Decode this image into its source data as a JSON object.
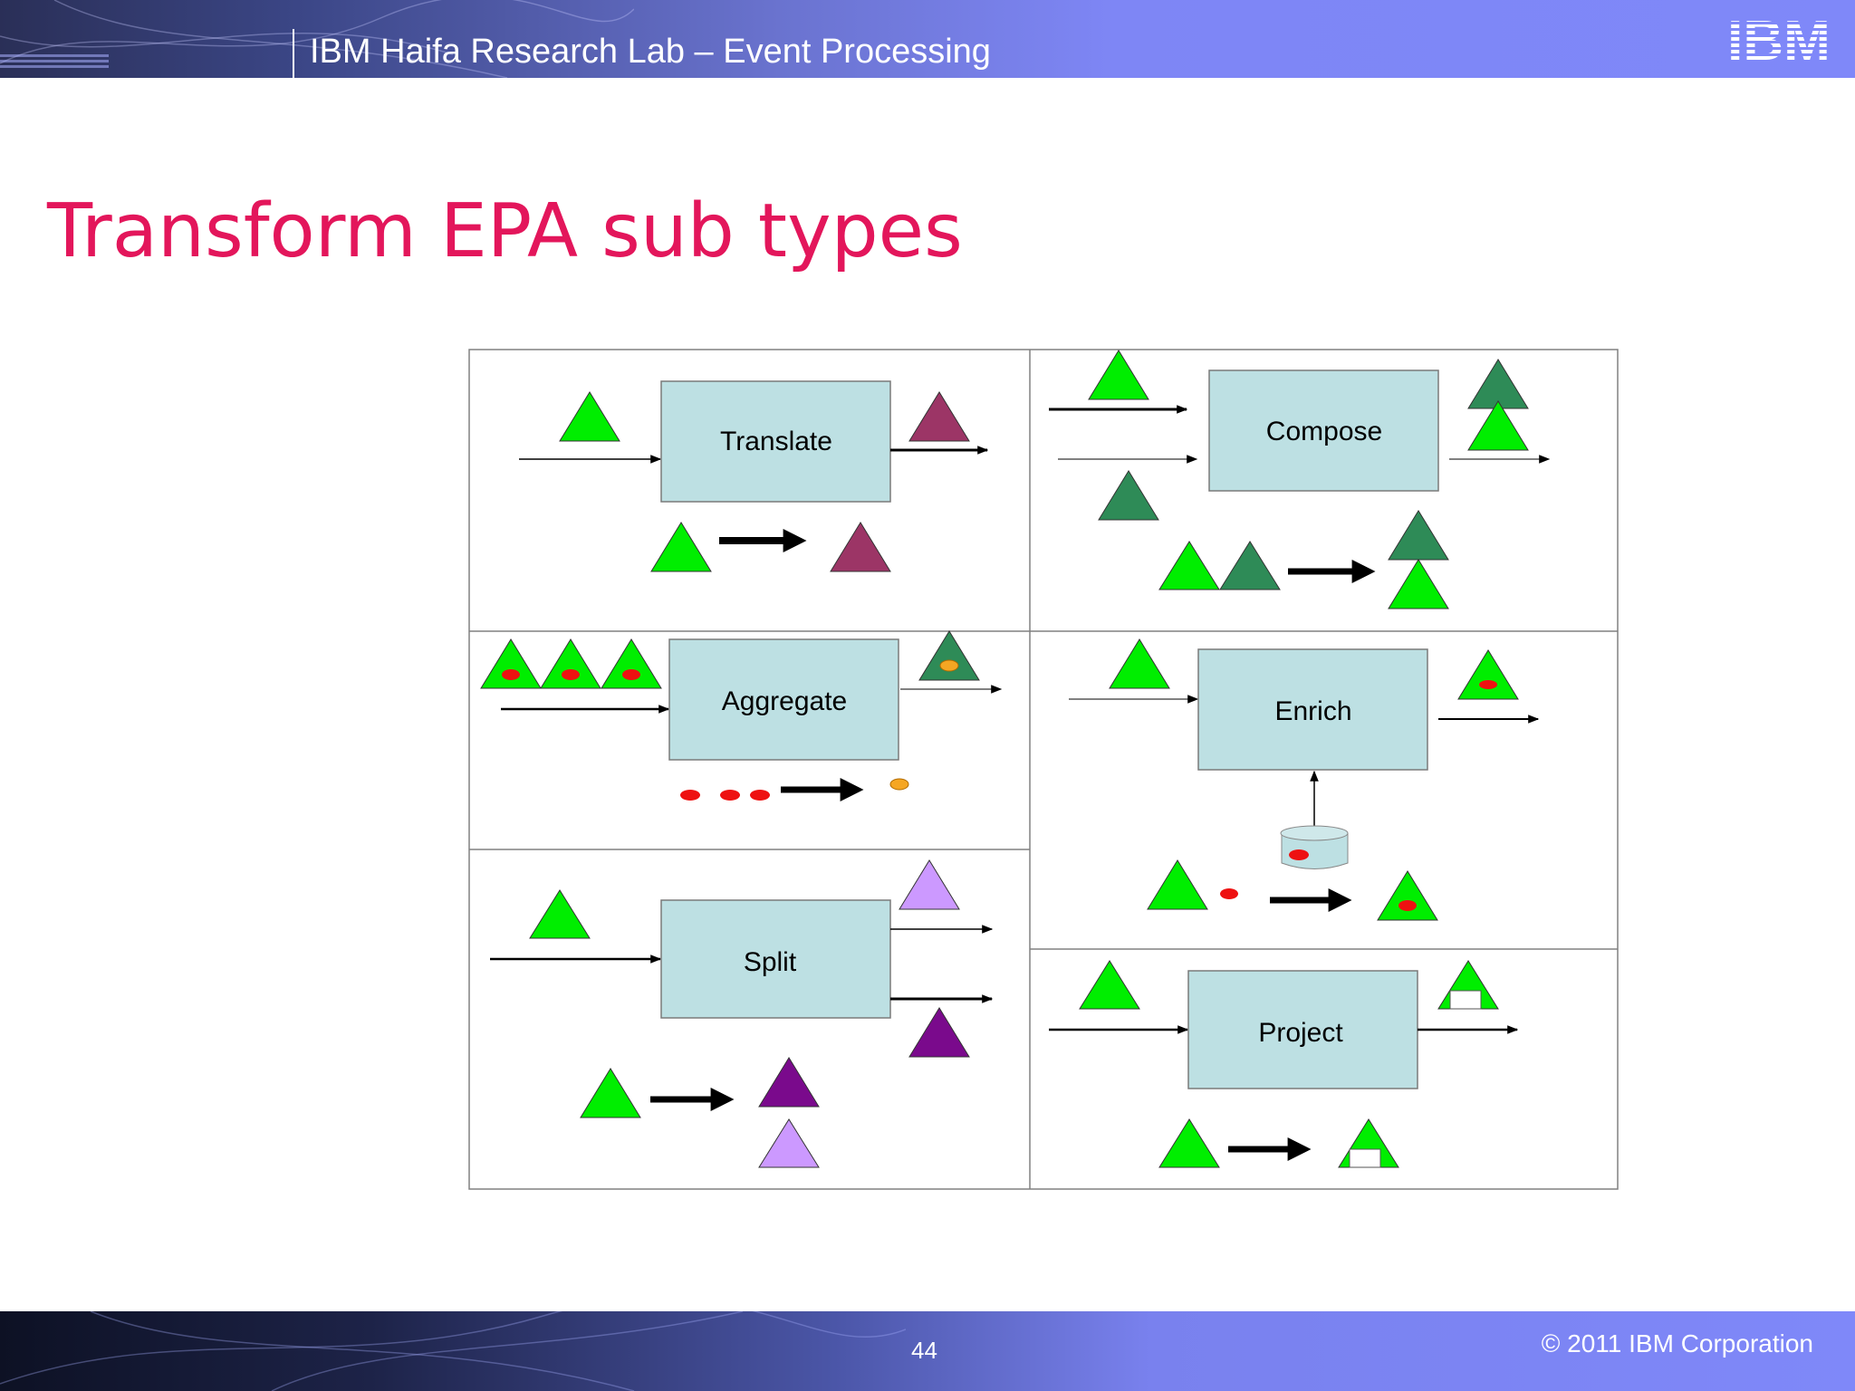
{
  "header": {
    "title": "IBM Haifa Research Lab – Event Processing",
    "logo": "IBM"
  },
  "slide": {
    "title": "Transform EPA sub types"
  },
  "diagram": {
    "cells": {
      "translate": "Translate",
      "compose": "Compose",
      "aggregate": "Aggregate",
      "enrich": "Enrich",
      "split": "Split",
      "project": "Project"
    }
  },
  "colors": {
    "header_bar": "#7f88f9",
    "title": "#e3165b",
    "box_fill": "#bde0e3",
    "green_event": "#00ee00",
    "dark_green_event": "#2e8b57",
    "maroon_event": "#9c3566",
    "purple_event": "#7a0a8c",
    "lilac_event": "#cc99ff",
    "red_attribute": "#ee1111",
    "orange_attribute": "#f5a623"
  },
  "footer": {
    "page_number": "44",
    "copyright": "© 2011 IBM Corporation"
  }
}
